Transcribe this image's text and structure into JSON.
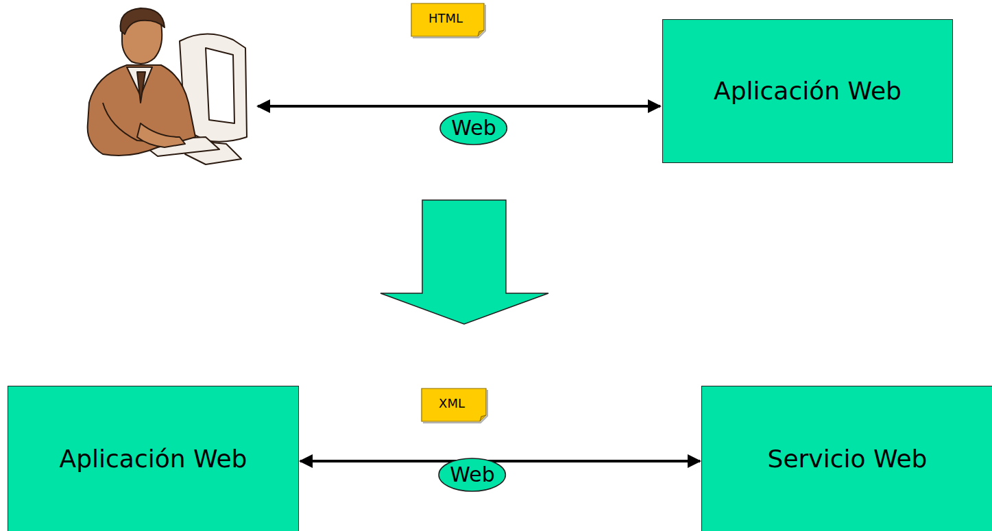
{
  "diagram": {
    "nodes": [
      {
        "text": [
          "HTML"
        ]
      },
      {
        "text": [
          "Aplicación Web"
        ]
      },
      {
        "text": [
          "Web"
        ]
      },
      {
        "text": [
          "XML"
        ]
      },
      {
        "text": [
          "Aplicación Web"
        ]
      },
      {
        "text": [
          "Web"
        ]
      },
      {
        "text": [
          "Servicio Web"
        ]
      }
    ],
    "edges": [
      {
        "from": 4,
        "to": 6,
        "arrow": "both"
      }
    ]
  }
}
